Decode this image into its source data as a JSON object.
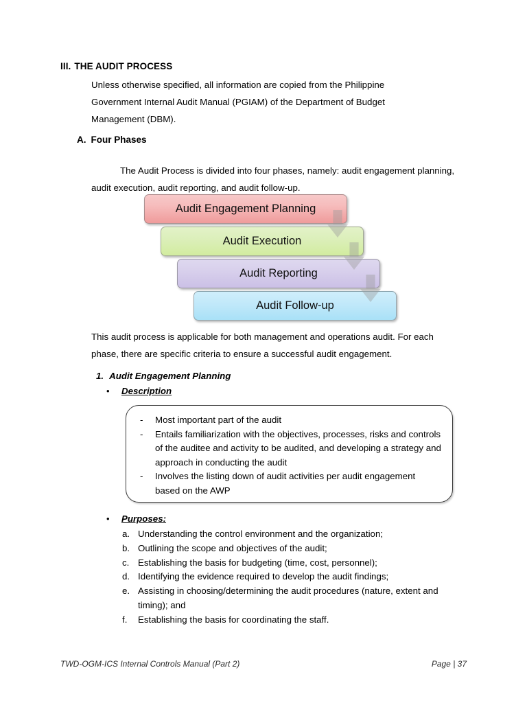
{
  "section": {
    "number": "III.",
    "title": "THE AUDIT PROCESS",
    "intro": "Unless otherwise specified, all information are copied from the Philippine Government Internal Audit Manual (PGIAM) of the Department of Budget Management (DBM)."
  },
  "subsection": {
    "letter": "A.",
    "title": "Four Phases",
    "paragraph": "The Audit Process is divided into four phases, namely: audit engagement planning, audit execution, audit reporting, and audit follow-up.",
    "after_diagram_paragraph": "This audit process is applicable for both management and operations audit. For each phase, there are specific criteria to ensure a successful audit engagement."
  },
  "diagram": {
    "phases": [
      {
        "label": "Audit Engagement Planning",
        "color": "#f1abab"
      },
      {
        "label": "Audit Execution",
        "color": "#d7eda8"
      },
      {
        "label": "Audit Reporting",
        "color": "#d2c7e9"
      },
      {
        "label": "Audit Follow-up",
        "color": "#b5e5f8"
      }
    ],
    "arrow_color": "#9b9b9b",
    "arrow_count": 3
  },
  "item": {
    "number": "1.",
    "title": "Audit Engagement Planning",
    "description_bullet": "Description",
    "description_points": [
      "Most important part of the audit",
      "Entails familiarization with the objectives, processes, risks and controls of the auditee and activity to be audited, and developing a strategy and approach in conducting the audit",
      "Involves the listing down of audit activities per audit engagement based on the AWP"
    ],
    "purposes_bullet": "Purposes:",
    "purposes": [
      {
        "letter": "a.",
        "text": "Understanding the control environment and the organization;"
      },
      {
        "letter": "b.",
        "text": "Outlining the scope and objectives of the audit;"
      },
      {
        "letter": "c.",
        "text": "Establishing the basis for budgeting (time, cost, personnel);"
      },
      {
        "letter": "d.",
        "text": "Identifying the evidence required to develop the audit findings;"
      },
      {
        "letter": "e.",
        "text": "Assisting in choosing/determining the audit procedures (nature, extent and timing); and"
      },
      {
        "letter": "f.",
        "text": "Establishing the basis for coordinating the staff."
      }
    ]
  },
  "footer": {
    "left": "TWD-OGM-ICS Internal Controls Manual (Part 2)",
    "right": "Page | 37"
  },
  "glyphs": {
    "bullet": "•",
    "dash": "-"
  }
}
